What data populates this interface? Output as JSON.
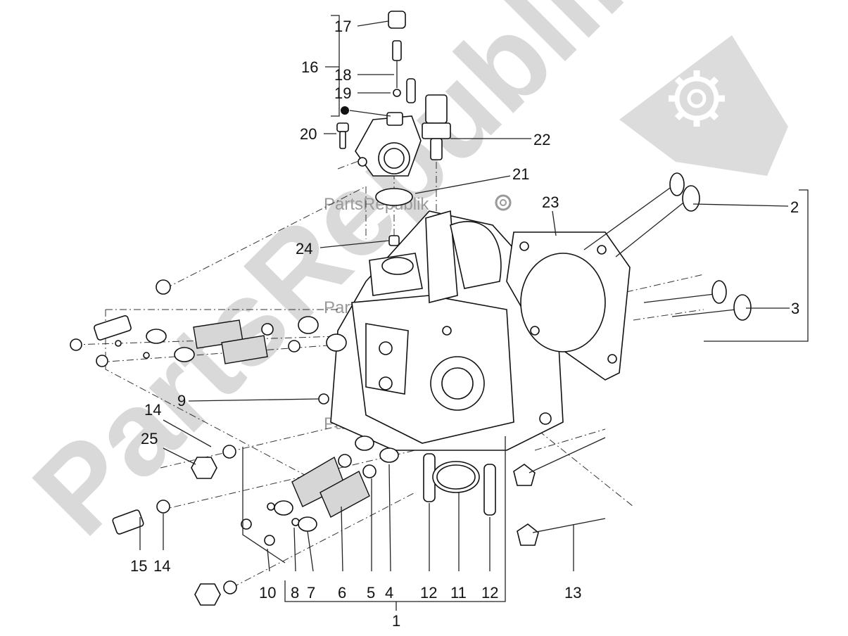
{
  "watermark": {
    "big_text": "PartsRepublik",
    "small_text": "PartsRepublik",
    "gear_icon": "gear-icon"
  },
  "callouts": [
    {
      "id": "17",
      "text": "17"
    },
    {
      "id": "16",
      "text": "16"
    },
    {
      "id": "18",
      "text": "18"
    },
    {
      "id": "19",
      "text": "19"
    },
    {
      "id": "20",
      "text": "20"
    },
    {
      "id": "22",
      "text": "22"
    },
    {
      "id": "21",
      "text": "21"
    },
    {
      "id": "23",
      "text": "23"
    },
    {
      "id": "2",
      "text": "2"
    },
    {
      "id": "24",
      "text": "24"
    },
    {
      "id": "3",
      "text": "3"
    },
    {
      "id": "9",
      "text": "9"
    },
    {
      "id": "14a",
      "text": "14"
    },
    {
      "id": "25",
      "text": "25"
    },
    {
      "id": "15",
      "text": "15"
    },
    {
      "id": "14b",
      "text": "14"
    },
    {
      "id": "10",
      "text": "10"
    },
    {
      "id": "8",
      "text": "8"
    },
    {
      "id": "7",
      "text": "7"
    },
    {
      "id": "6",
      "text": "6"
    },
    {
      "id": "5",
      "text": "5"
    },
    {
      "id": "4",
      "text": "4"
    },
    {
      "id": "12a",
      "text": "12"
    },
    {
      "id": "11",
      "text": "11"
    },
    {
      "id": "12b",
      "text": "12"
    },
    {
      "id": "13",
      "text": "13"
    },
    {
      "id": "1",
      "text": "1"
    }
  ]
}
